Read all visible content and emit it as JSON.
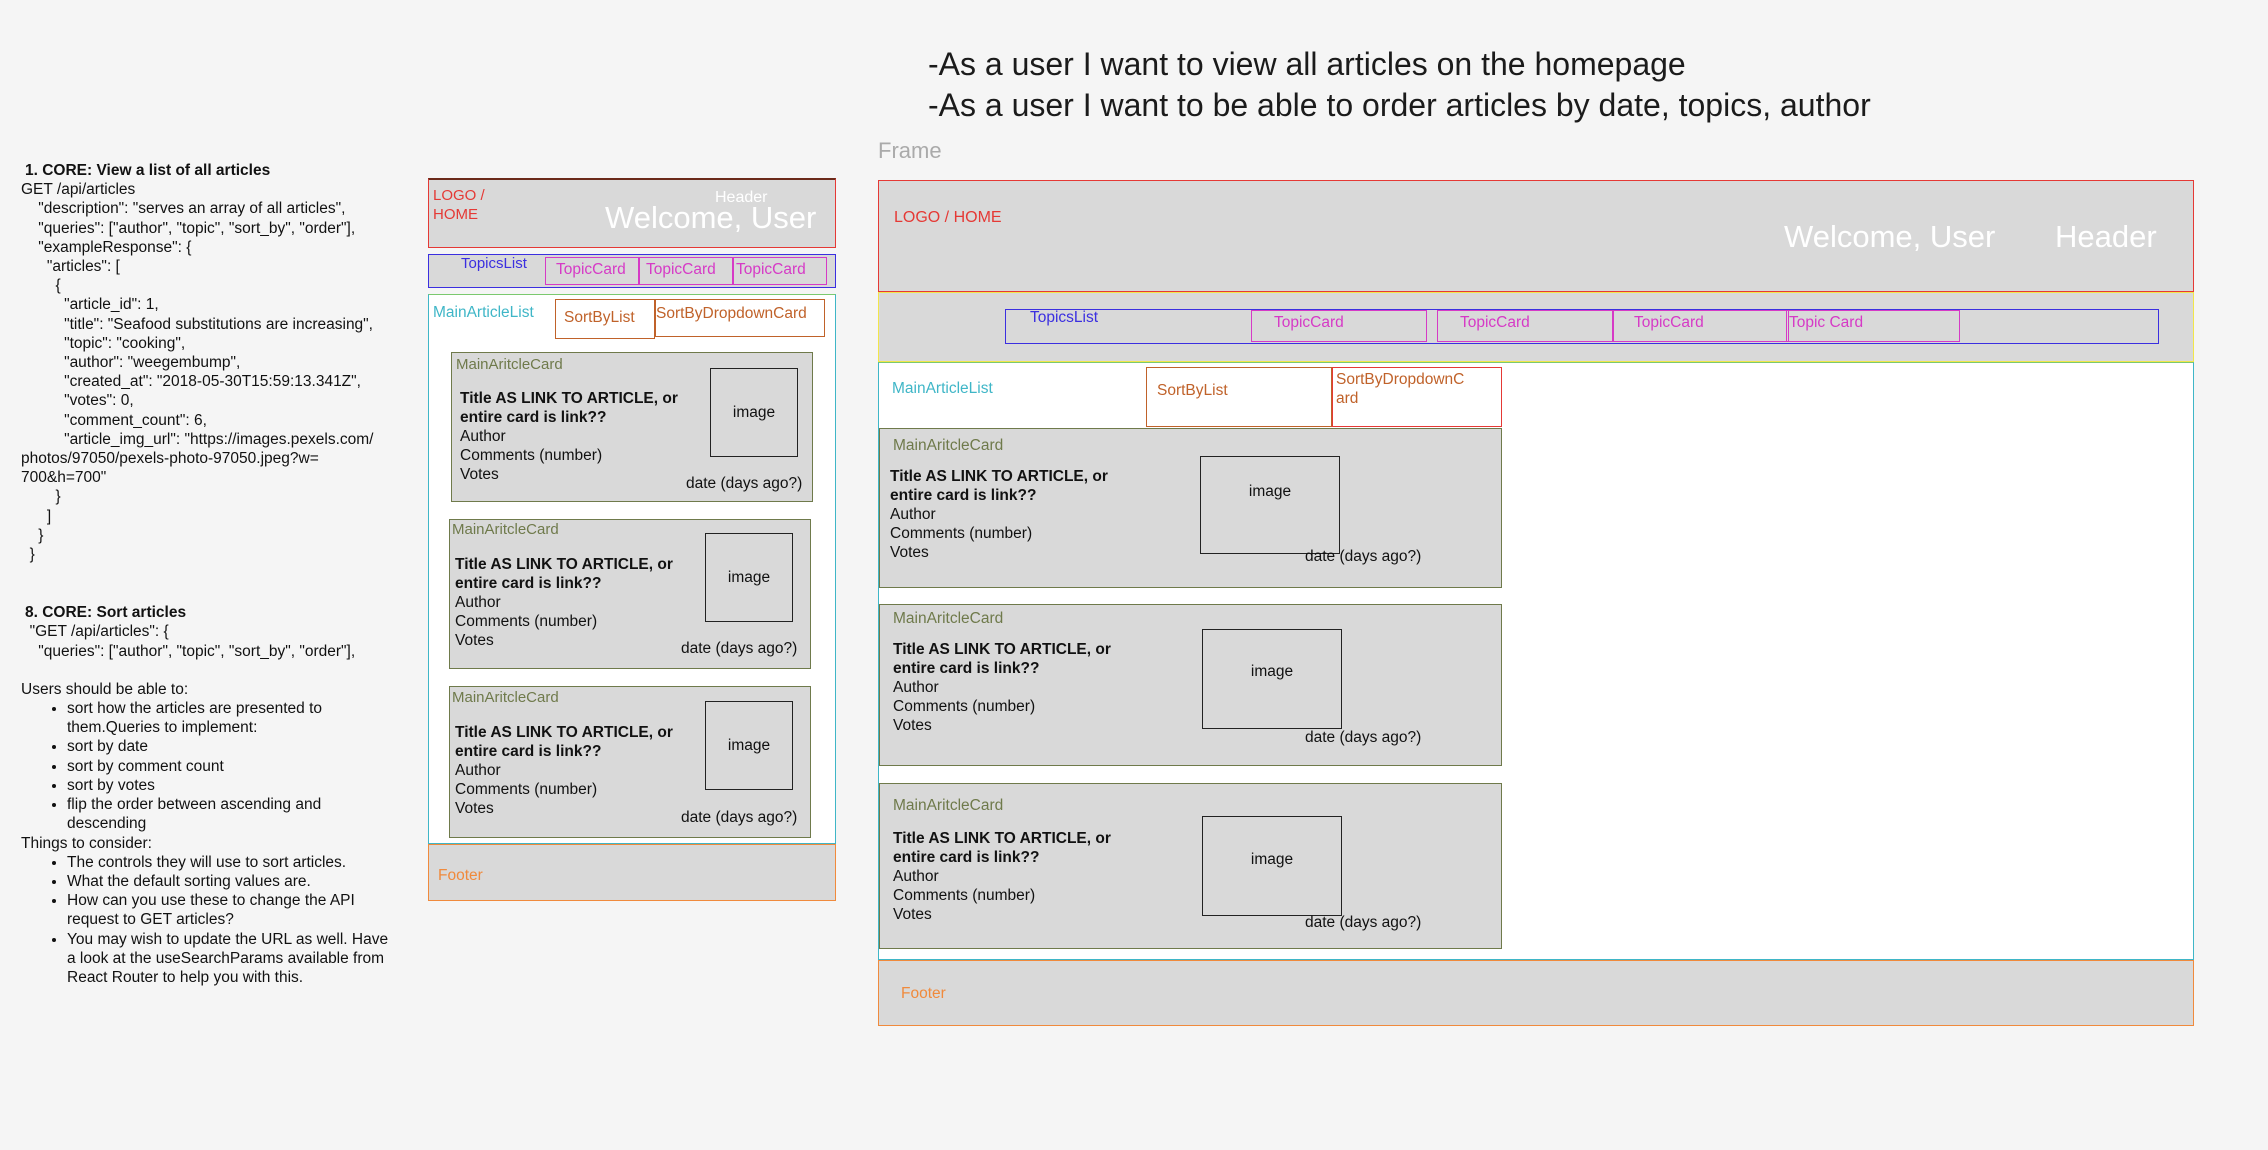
{
  "stories": [
    "-As a user I want to view all articles on the homepage",
    "-As a user I want to be able to order articles by date, topics, author"
  ],
  "spec": {
    "core1_title": "1. CORE: View a list of all articles",
    "core1_lines": [
      "GET /api/articles",
      "    \"description\": \"serves an array of all articles\",",
      "    \"queries\": [\"author\", \"topic\", \"sort_by\", \"order\"],",
      "    \"exampleResponse\": {",
      "      \"articles\": [",
      "        {",
      "          \"article_id\": 1,",
      "          \"title\": \"Seafood substitutions are increasing\",",
      "          \"topic\": \"cooking\",",
      "          \"author\": \"weegembump\",",
      "          \"created_at\": \"2018-05-30T15:59:13.341Z\",",
      "          \"votes\": 0,",
      "          \"comment_count\": 6,",
      "          \"article_img_url\": \"https://images.pexels.com/",
      "photos/97050/pexels-photo-97050.jpeg?w=",
      "700&h=700\"",
      "        }",
      "      ]",
      "    }",
      "  }"
    ],
    "core8_title": "8. CORE: Sort articles",
    "core8_lines": [
      "  \"GET /api/articles\": {",
      "    \"queries\": [\"author\", \"topic\", \"sort_by\", \"order\"],"
    ],
    "users_intro": "Users should be able to:",
    "users_items": [
      "sort how the articles are presented to them.Queries to implement:",
      "sort by date",
      "sort by comment count",
      "sort by votes",
      "flip the order between ascending and descending"
    ],
    "things_intro": "Things to consider:",
    "things_items": [
      "The controls they will use to sort articles.",
      "What the default sorting values are.",
      "How can you use these to change the API request to GET articles?",
      "You may wish to update the URL as well. Have a look at the useSearchParams available from React Router to help you with this."
    ]
  },
  "small": {
    "logo": "LOGO /\nHOME",
    "header": "Header",
    "welcome": "Welcome, User",
    "topics_list": "TopicsList",
    "topic_cards": [
      "TopicCard",
      "TopicCard",
      "TopicCard"
    ],
    "main_list": "MainArticleList",
    "sort_list": "SortByList",
    "sort_dropdown": "SortByDropdownCard",
    "card_label": "MainAritcleCard",
    "card_title": "Title AS LINK TO ARTICLE, or entire card is link??",
    "card_author": "Author",
    "card_comments": "Comments (number)",
    "card_votes": "Votes",
    "card_date": "date (days ago?)",
    "card_image": "image",
    "footer": "Footer"
  },
  "large": {
    "frame_label": "Frame",
    "logo": "LOGO / HOME",
    "welcome": "Welcome, User",
    "header": "Header",
    "topics_list": "TopicsList",
    "topic_cards": [
      "TopicCard",
      "TopicCard",
      "TopicCard",
      "Topic Card"
    ],
    "main_list": "MainArticleList",
    "sort_list": "SortByList",
    "sort_dropdown": "SortByDropdownC\nard",
    "card_label": "MainAritcleCard",
    "card_title": "Title AS LINK TO ARTICLE, or entire card is link??",
    "card_author": "Author",
    "card_comments": "Comments (number)",
    "card_votes": "Votes",
    "card_date": "date (days ago?)",
    "card_image": "image",
    "footer": "Footer"
  },
  "colors": {
    "red": "#e53935",
    "blue": "#3b2fe0",
    "magenta": "#d63ac6",
    "teal": "#3fb6c7",
    "green": "#7bc96f",
    "yellow": "#f2e64b",
    "orange_brown": "#c0622a",
    "orange": "#f08a3c",
    "olive": "#6f7a4b"
  }
}
